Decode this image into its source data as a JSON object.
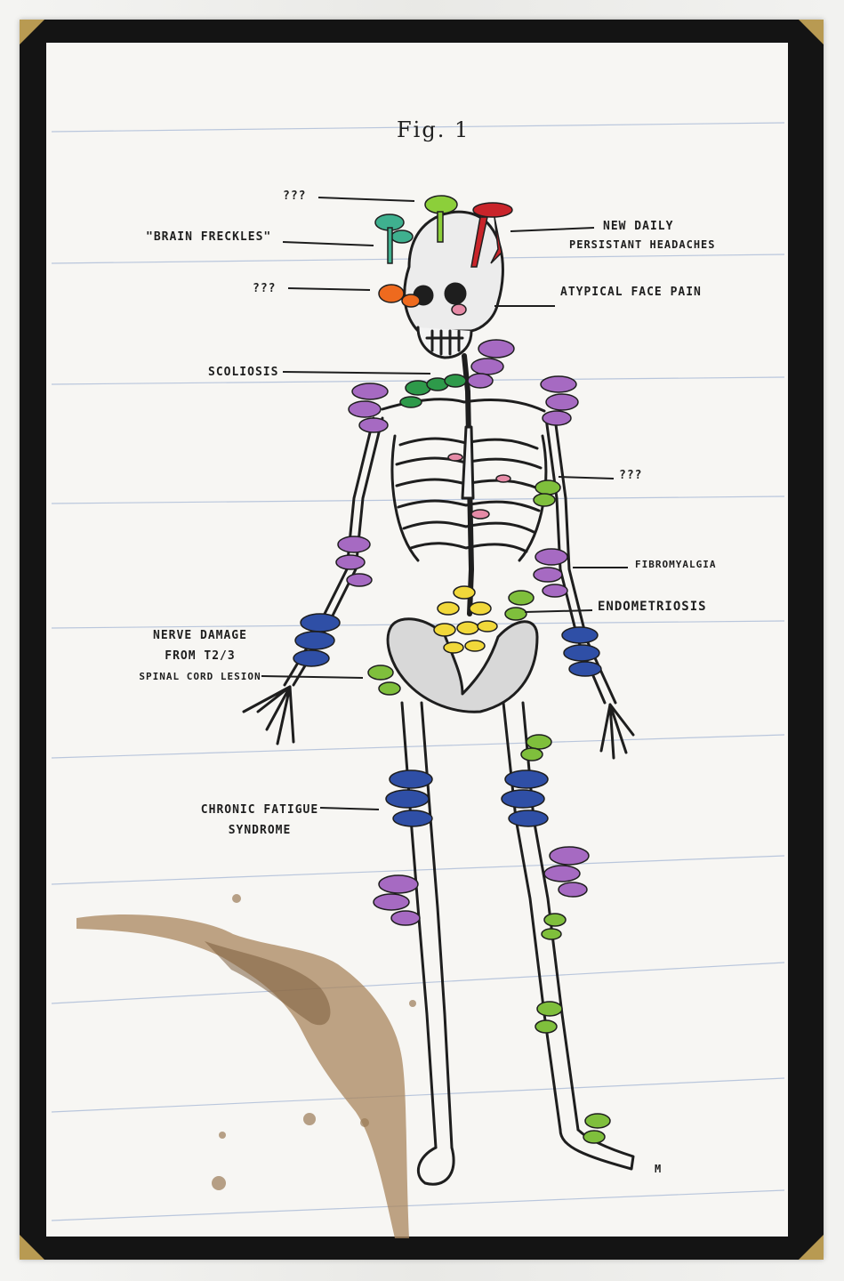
{
  "poster": {
    "title": "Fig. 1",
    "signature": "M"
  },
  "labels": {
    "unknown_top": "???",
    "brain_freckles": "\"Brain Freckles\"",
    "unknown_face": "???",
    "scoliosis": "Scoliosis",
    "nerve_damage_1": "Nerve Damage",
    "nerve_damage_2": "From T2/3",
    "nerve_damage_3": "Spinal Cord Lesion",
    "chronic_fatigue_1": "Chronic Fatigue",
    "chronic_fatigue_2": "Syndrome",
    "headaches_1": "New Daily",
    "headaches_2": "Persistant Headaches",
    "face_pain": "Atypical Face Pain",
    "unknown_chest": "???",
    "fibromyalgia": "Fibromyalgia",
    "endometriosis": "Endometriosis"
  },
  "colors": {
    "paper": "#f7f6f3",
    "frame": "#141414",
    "rule_line": "#b9c6dc",
    "bone_ink": "#1e1e1e",
    "mushroom_purple": "#a66ac2",
    "mushroom_blue": "#2f4fa6",
    "mushroom_green": "#7fbf3c",
    "mushroom_yellow": "#f1d83a",
    "mushroom_red": "#c9242a",
    "mushroom_orange": "#ee6a1e",
    "mushroom_teal": "#3fb08f",
    "coffee_stain": "#9a7a55"
  }
}
